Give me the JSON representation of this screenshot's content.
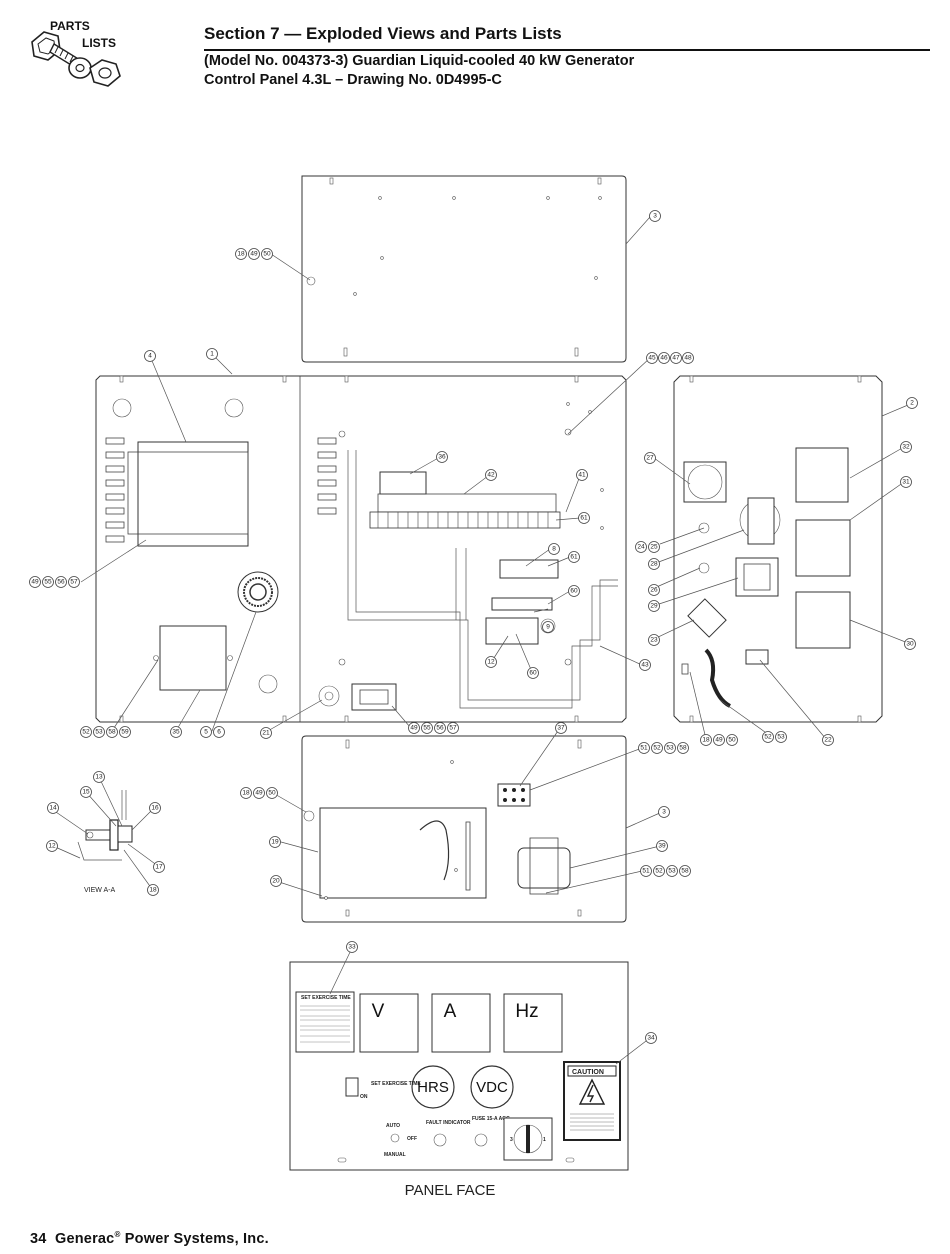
{
  "header": {
    "logo_line1": "PARTS",
    "logo_line2": "LISTS",
    "section_title": "Section 7 — Exploded Views and Parts Lists",
    "subtitle_line1": "(Model No. 004373-3) Guardian Liquid-cooled 40 kW Generator",
    "subtitle_line2": "Control Panel 4.3L – Drawing No. 0D4995-C"
  },
  "drawing": {
    "view_label": "VIEW A-A",
    "panel_face_label": "PANEL FACE",
    "meters": [
      "V",
      "A",
      "Hz"
    ],
    "gauges": [
      "HRS",
      "VDC"
    ],
    "exercise_card_title": "SET EXERCISE TIME",
    "set_exercise_label": "SET EXERCISE TIME",
    "on_label": "ON",
    "auto_label": "AUTO",
    "off_label": "OFF",
    "manual_label": "MANUAL",
    "fault_label": "FAULT INDICATOR",
    "fuse_label": "FUSE 15-A AGC",
    "caution_label": "CAUTION",
    "switch_left": "3",
    "switch_right": "1"
  },
  "callouts": [
    "1",
    "2",
    "3",
    "4",
    "5",
    "6",
    "8",
    "9",
    "12",
    "13",
    "14",
    "15",
    "16",
    "17",
    "18",
    "19",
    "20",
    "21",
    "22",
    "23",
    "24",
    "25",
    "26",
    "27",
    "28",
    "29",
    "30",
    "31",
    "32",
    "33",
    "34",
    "35",
    "36",
    "37",
    "39",
    "41",
    "42",
    "43",
    "45",
    "46",
    "47",
    "48",
    "49",
    "50",
    "51",
    "52",
    "53",
    "55",
    "56",
    "57",
    "58",
    "59",
    "60",
    "61"
  ],
  "footer": {
    "page_number": "34",
    "company": "Generac",
    "reg_mark": "®",
    "company_rest": "Power Systems, Inc."
  }
}
